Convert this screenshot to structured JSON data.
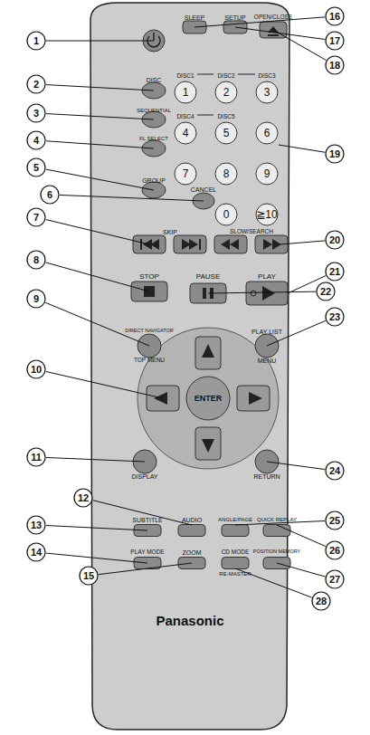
{
  "diagram": {
    "labels": [
      "1",
      "2",
      "3",
      "4",
      "5",
      "6",
      "7",
      "8",
      "9",
      "10",
      "11",
      "12",
      "13",
      "14",
      "15",
      "16",
      "17",
      "18",
      "19",
      "20",
      "21",
      "22",
      "23",
      "24",
      "25",
      "26",
      "27",
      "28",
      "SLEEP",
      "SETUP",
      "OPEN/CLOSE",
      "DISC",
      "DISC1",
      "DISC2",
      "DISC3",
      "DISC4",
      "DISC5",
      "SEQUENTIAL",
      "FL SELECT",
      "GROUP",
      "CANCEL",
      "SKIP",
      "SLOW/SEARCH",
      "STOP",
      "PAUSE",
      "PLAY",
      "DIRECT NAVIGATOR",
      "TOP MENU",
      "PLAY LIST",
      "MENU",
      "ENTER",
      "DISPLAY",
      "RETURN",
      "AUDIO",
      "SUBTITLE",
      "ANGLE/PAGE",
      "QUICK REPLAY",
      "PLAY MODE",
      "ZOOM",
      "CD MODE",
      "RE-MASTER",
      "POSITION MEMORY",
      "Panasonic",
      "1",
      "2",
      "3",
      "4",
      "5",
      "6",
      "7",
      "8",
      "9",
      "0",
      "≧10"
    ]
  }
}
